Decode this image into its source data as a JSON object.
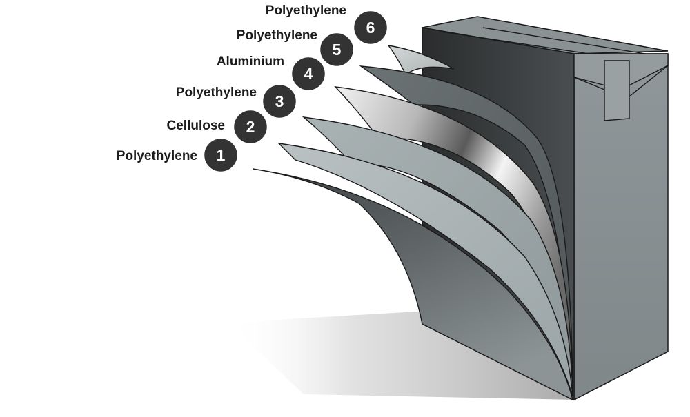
{
  "diagram": {
    "layers": [
      {
        "number": "1",
        "material": "Polyethylene"
      },
      {
        "number": "2",
        "material": "Cellulose"
      },
      {
        "number": "3",
        "material": "Polyethylene"
      },
      {
        "number": "4",
        "material": "Aluminium"
      },
      {
        "number": "5",
        "material": "Polyethylene"
      },
      {
        "number": "6",
        "material": "Polyethylene"
      }
    ]
  }
}
